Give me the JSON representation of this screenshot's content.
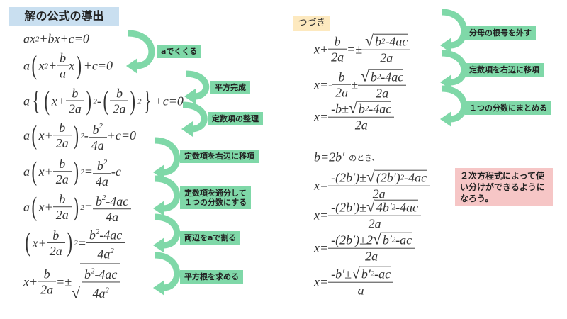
{
  "title": "解の公式の導出",
  "continued_label": "つづき",
  "note": "２次方程式によって使い分けができるようになろう。",
  "colors": {
    "arrow": "#7fd8a8",
    "label_bg": "#7fd8a8",
    "title_bg": "#c9dff0",
    "sub_bg": "#fde9bf",
    "note_bg": "#f6c6c6"
  },
  "left_steps": [
    "aでくくる",
    "平方完成",
    "定数項の整理",
    "定数項を右辺に移項",
    "定数項を通分して\n１つの分数にする",
    "両辺をaで割る",
    "平方根を求める"
  ],
  "right_steps": [
    "分母の根号を外す",
    "定数項を右辺に移項",
    "１つの分数にまとめる"
  ],
  "left_equations": [
    [
      "ax",
      {
        "sup": "2"
      },
      "+bx+c=0"
    ],
    [
      "a",
      {
        "paren": [
          "x",
          {
            "sup": "2"
          },
          "+",
          {
            "frac": [
              [
                "b"
              ],
              [
                "a"
              ]
            ]
          },
          "x"
        ]
      },
      "+c=0"
    ],
    [
      "a",
      {
        "brace": [
          {
            "paren": [
              "x+",
              {
                "frac": [
                  [
                    "b"
                  ],
                  [
                    "2a"
                  ]
                ]
              }
            ],
            "sup": "2"
          },
          "-",
          {
            "paren": [
              {
                "frac": [
                  [
                    "b"
                  ],
                  [
                    "2a"
                  ]
                ]
              }
            ],
            "sup": "2"
          }
        ]
      },
      "+c=0"
    ],
    [
      "a",
      {
        "paren": [
          "x+",
          {
            "frac": [
              [
                "b"
              ],
              [
                "2a"
              ]
            ]
          }
        ],
        "sup": "2"
      },
      " - ",
      {
        "frac": [
          [
            "b",
            {
              "sup": "2"
            }
          ],
          [
            "4a"
          ]
        ]
      },
      "+c=0"
    ],
    [
      "a",
      {
        "paren": [
          "x+",
          {
            "frac": [
              [
                "b"
              ],
              [
                "2a"
              ]
            ]
          }
        ],
        "sup": "2"
      },
      " = ",
      {
        "frac": [
          [
            "b",
            {
              "sup": "2"
            }
          ],
          [
            "4a"
          ]
        ]
      },
      " -c"
    ],
    [
      "a",
      {
        "paren": [
          "x+",
          {
            "frac": [
              [
                "b"
              ],
              [
                "2a"
              ]
            ]
          }
        ],
        "sup": "2"
      },
      " = ",
      {
        "frac": [
          [
            "b",
            {
              "sup": "2"
            },
            "-4ac"
          ],
          [
            "4a"
          ]
        ]
      }
    ],
    [
      {
        "paren": [
          "x+",
          {
            "frac": [
              [
                "b"
              ],
              [
                "2a"
              ]
            ]
          }
        ],
        "sup": "2"
      },
      " = ",
      {
        "frac": [
          [
            "b",
            {
              "sup": "2"
            },
            "-4ac"
          ],
          [
            "4a",
            {
              "sup": "2"
            }
          ]
        ]
      }
    ],
    [
      "x+",
      {
        "frac": [
          [
            "b"
          ],
          [
            "2a"
          ]
        ]
      },
      " =± ",
      {
        "sqrt": [
          {
            "frac": [
              [
                "b",
                {
                  "sup": "2"
                },
                "-4ac"
              ],
              [
                "4a",
                {
                  "sup": "2"
                }
              ]
            ]
          }
        ]
      }
    ]
  ],
  "right_equations": [
    [
      "x+",
      {
        "frac": [
          [
            "b"
          ],
          [
            "2a"
          ]
        ]
      },
      " =± ",
      {
        "frac": [
          [
            {
              "sqrt": [
                "b",
                {
                  "sup": "2"
                },
                "-4ac"
              ]
            }
          ],
          [
            "2a"
          ]
        ]
      }
    ],
    [
      "x=- ",
      {
        "frac": [
          [
            "b"
          ],
          [
            "2a"
          ]
        ]
      },
      " ± ",
      {
        "frac": [
          [
            {
              "sqrt": [
                "b",
                {
                  "sup": "2"
                },
                "-4ac"
              ]
            }
          ],
          [
            "2a"
          ]
        ]
      }
    ],
    [
      "x=",
      {
        "frac": [
          [
            "-b±",
            {
              "sqrt": [
                "b",
                {
                  "sup": "2"
                },
                "-4ac"
              ]
            }
          ],
          [
            "2a"
          ]
        ]
      }
    ]
  ],
  "condition": {
    "formula": "b=2b′",
    "text": "のとき、"
  },
  "bprime_equations": [
    [
      "x=",
      {
        "frac": [
          [
            "-(2b′)±",
            {
              "sqrt": [
                "(2b′)",
                {
                  "sup": "2"
                },
                "-4ac"
              ]
            }
          ],
          [
            "2a"
          ]
        ]
      }
    ],
    [
      "x=",
      {
        "frac": [
          [
            "-(2b′)±",
            {
              "sqrt": [
                "4b′",
                {
                  "sup": "2"
                },
                "-4ac"
              ]
            }
          ],
          [
            "2a"
          ]
        ]
      }
    ],
    [
      "x=",
      {
        "frac": [
          [
            "-(2b′)±2",
            {
              "sqrt": [
                "b′",
                {
                  "sup": "2"
                },
                "-ac"
              ]
            }
          ],
          [
            "2a"
          ]
        ]
      }
    ],
    [
      "x=",
      {
        "frac": [
          [
            "-b′±",
            {
              "sqrt": [
                "b′",
                {
                  "sup": "2"
                },
                "-ac"
              ]
            }
          ],
          [
            "a"
          ]
        ]
      }
    ]
  ]
}
